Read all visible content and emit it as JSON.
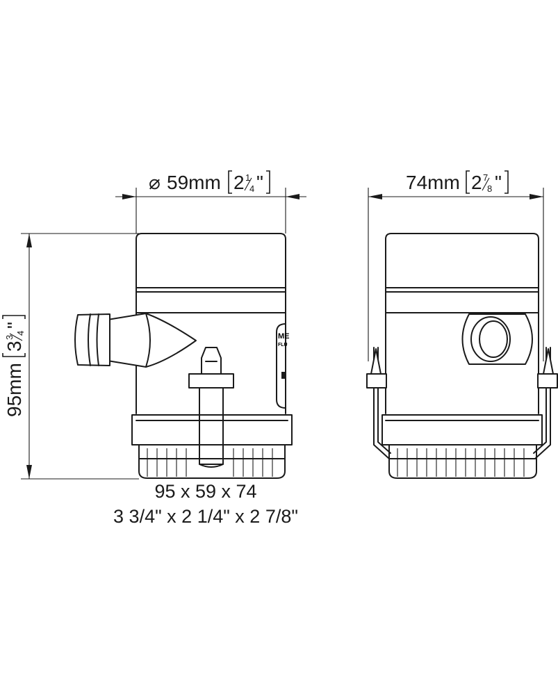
{
  "dimensions": {
    "diameter": {
      "symbol": "⌀",
      "value": "59mm",
      "inch_whole": "2",
      "inch_num": "1",
      "inch_den": "4",
      "quote": "\""
    },
    "width": {
      "value": "74mm",
      "inch_whole": "2",
      "inch_num": "7",
      "inch_den": "8",
      "quote": "\""
    },
    "height": {
      "value": "95mm",
      "inch_whole": "3",
      "inch_num": "3",
      "inch_den": "4",
      "quote": "\""
    }
  },
  "overall_size": {
    "mm": "95 x 59 x 74",
    "inches": "3 3/4\" x 2 1/4\" x 2 7/8\""
  },
  "logo_text": {
    "line1": "ME",
    "line2": "FLU"
  }
}
